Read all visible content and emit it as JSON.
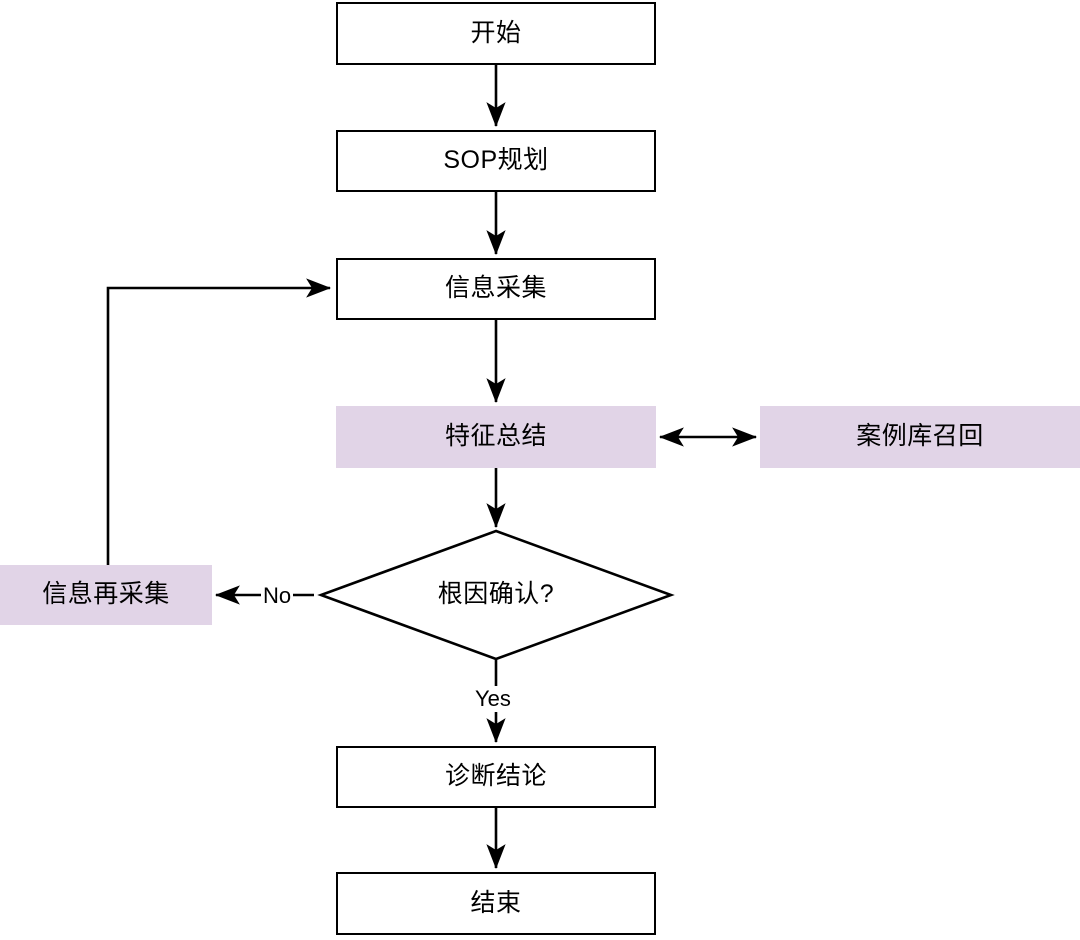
{
  "diagram": {
    "type": "flowchart",
    "orientation": "top-to-bottom",
    "colors": {
      "highlight_fill": "#e1d4e7",
      "node_stroke": "#000000",
      "node_fill": "#ffffff",
      "edge_stroke": "#000000",
      "background": "#ffffff"
    },
    "nodes": [
      {
        "id": "start",
        "label": "开始",
        "shape": "rect",
        "style": "plain"
      },
      {
        "id": "sop",
        "label": "SOP规划",
        "shape": "rect",
        "style": "plain"
      },
      {
        "id": "collect",
        "label": "信息采集",
        "shape": "rect",
        "style": "plain"
      },
      {
        "id": "feature",
        "label": "特征总结",
        "shape": "rect",
        "style": "highlight"
      },
      {
        "id": "caselib",
        "label": "案例库召回",
        "shape": "rect",
        "style": "highlight"
      },
      {
        "id": "decision",
        "label": "根因确认?",
        "shape": "diamond",
        "style": "plain"
      },
      {
        "id": "recollect",
        "label": "信息再采集",
        "shape": "rect",
        "style": "highlight"
      },
      {
        "id": "diagnosis",
        "label": "诊断结论",
        "shape": "rect",
        "style": "plain"
      },
      {
        "id": "end",
        "label": "结束",
        "shape": "rect",
        "style": "plain"
      }
    ],
    "edges": [
      {
        "from": "start",
        "to": "sop",
        "label": "",
        "arrow": "single"
      },
      {
        "from": "sop",
        "to": "collect",
        "label": "",
        "arrow": "single"
      },
      {
        "from": "collect",
        "to": "feature",
        "label": "",
        "arrow": "single"
      },
      {
        "from": "feature",
        "to": "caselib",
        "label": "",
        "arrow": "double"
      },
      {
        "from": "feature",
        "to": "decision",
        "label": "",
        "arrow": "single"
      },
      {
        "from": "decision",
        "to": "recollect",
        "label": "No",
        "arrow": "single"
      },
      {
        "from": "decision",
        "to": "diagnosis",
        "label": "Yes",
        "arrow": "single"
      },
      {
        "from": "recollect",
        "to": "collect",
        "label": "",
        "arrow": "single"
      },
      {
        "from": "diagnosis",
        "to": "end",
        "label": "",
        "arrow": "single"
      }
    ],
    "edge_labels": {
      "no": "No",
      "yes": "Yes"
    }
  }
}
